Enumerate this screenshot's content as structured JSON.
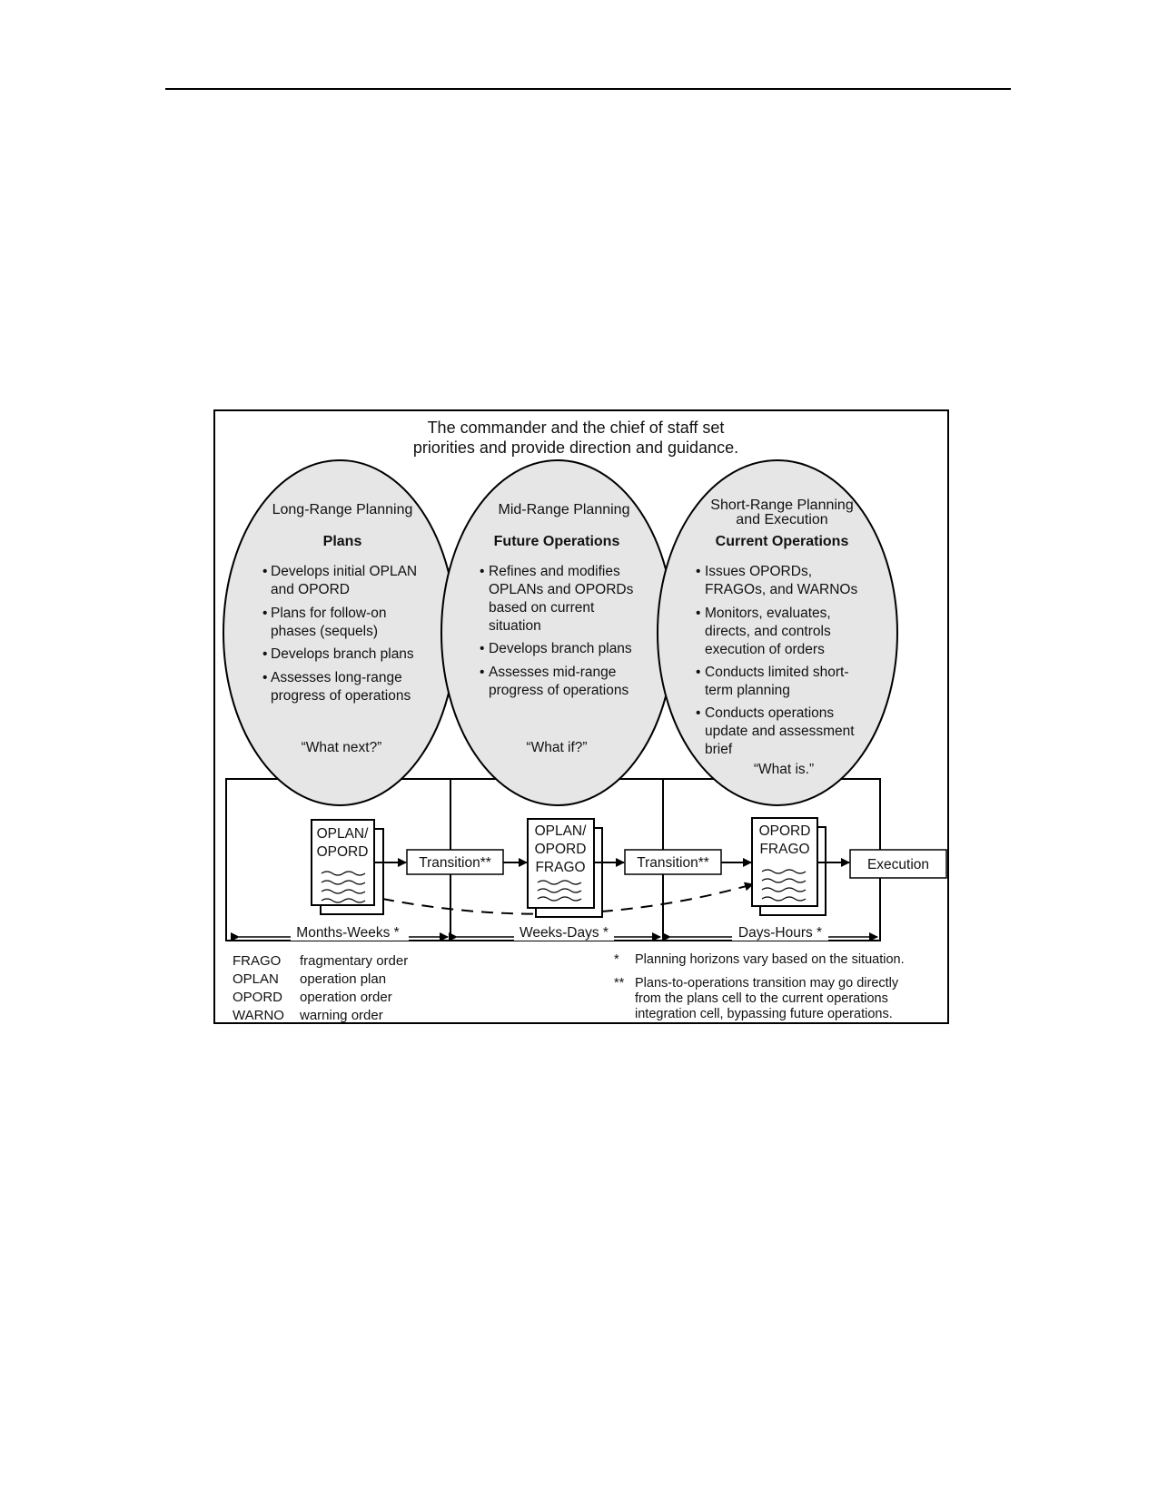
{
  "header": {
    "lines": [
      "The commander and the chief of staff set",
      "priorities and provide direction and guidance."
    ]
  },
  "cells": [
    {
      "title_lines": [
        "Long-Range Planning"
      ],
      "role": "Plans",
      "bullets": [
        [
          "Develops initial OPLAN",
          "and OPORD"
        ],
        [
          "Plans for follow-on",
          "phases (sequels)"
        ],
        [
          "Develops branch plans"
        ],
        [
          "Assesses long-range",
          "progress of operations"
        ]
      ],
      "quote": "“What next?”",
      "horizon": "Months-Weeks *"
    },
    {
      "title_lines": [
        "Mid-Range Planning"
      ],
      "role": "Future Operations",
      "bullets": [
        [
          "Refines and modifies",
          "OPLANs and OPORDs",
          "based on current",
          "situation"
        ],
        [
          "Develops branch plans"
        ],
        [
          "Assesses mid-range",
          "progress of operations"
        ]
      ],
      "quote": "“What if?”",
      "horizon": "Weeks-Days *"
    },
    {
      "title_lines": [
        "Short-Range Planning",
        "and Execution"
      ],
      "role": "Current Operations",
      "bullets": [
        [
          "Issues OPORDs,",
          "FRAGOs, and WARNOs"
        ],
        [
          "Monitors, evaluates,",
          "directs, and controls",
          "execution of orders"
        ],
        [
          "Conducts limited short-",
          "term planning"
        ],
        [
          "Conducts operations",
          "update and assessment",
          "brief"
        ]
      ],
      "quote": "“What is.”",
      "horizon": "Days-Hours *"
    }
  ],
  "documents": [
    {
      "lines": [
        "OPLAN/",
        "OPORD"
      ]
    },
    {
      "lines": [
        "OPLAN/",
        "OPORD",
        "FRAGO"
      ]
    },
    {
      "lines": [
        "OPORD",
        "FRAGO"
      ]
    }
  ],
  "flow_boxes": [
    "Transition**",
    "Transition**",
    "Execution"
  ],
  "legend": [
    {
      "abbr": "FRAGO",
      "meaning": "fragmentary order"
    },
    {
      "abbr": "OPLAN",
      "meaning": "operation plan"
    },
    {
      "abbr": "OPORD",
      "meaning": "operation order"
    },
    {
      "abbr": "WARNO",
      "meaning": "warning order"
    }
  ],
  "notes": [
    {
      "mark": "*",
      "lines": [
        "Planning horizons vary based on the situation."
      ]
    },
    {
      "mark": "**",
      "lines": [
        "Plans-to-operations transition may go directly",
        "from the plans cell to the current operations",
        "integration cell, bypassing future operations."
      ]
    }
  ]
}
